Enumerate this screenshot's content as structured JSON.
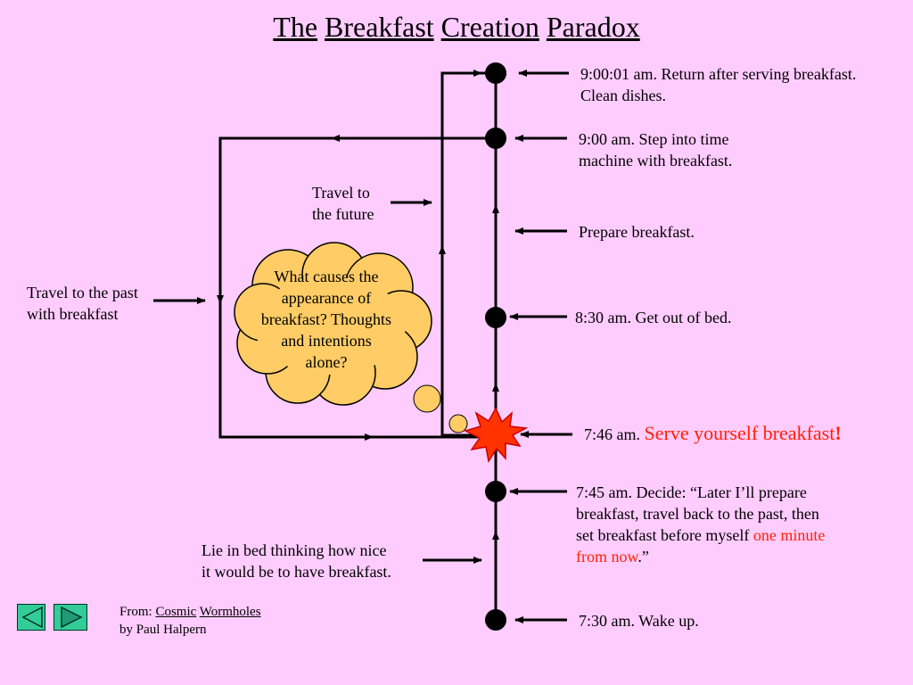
{
  "title": {
    "words": [
      "The",
      "Breakfast",
      "Creation",
      "Paradox"
    ]
  },
  "events": {
    "e0901": {
      "l1": "9:00:01 am. Return after serving breakfast.",
      "l2": "Clean dishes."
    },
    "e0900": {
      "l1": "9:00 am. Step into time",
      "l2": "machine with breakfast."
    },
    "prepare": "Prepare breakfast.",
    "e0830": "8:30 am. Get out of bed.",
    "e0746": {
      "time": "7:46 am.",
      "action": "Serve yourself breakfast",
      "bang": "!"
    },
    "e0745": {
      "l1": "7:45 am. Decide: “Later I’ll prepare",
      "l2": "breakfast, travel back to the past, then",
      "l3": "set breakfast before myself",
      "l3_red": "one minute",
      "l4_red": "from now",
      "l4_end": ".”"
    },
    "e0730": "7:30 am. Wake up."
  },
  "left_labels": {
    "future": {
      "l1": "Travel to",
      "l2": "the future"
    },
    "past": {
      "l1": "Travel to the past",
      "l2": "with breakfast"
    },
    "bed": {
      "l1": "Lie in bed thinking how nice",
      "l2": "it would be to have breakfast."
    }
  },
  "thought_bubble": {
    "l1": "What causes the",
    "l2": "appearance of",
    "l3": "breakfast? Thoughts",
    "l4": "and intentions",
    "l5": "alone?"
  },
  "credit": {
    "prefix": "From:",
    "book_word1": "Cosmic",
    "book_word2": "Wormholes",
    "author": "by Paul Halpern"
  },
  "colors": {
    "background": "#ffccff",
    "bubble_fill": "#ffcc66",
    "burst_fill": "#ff3300",
    "emphasis_text": "#ff2200",
    "nav_button": "#33cc99"
  },
  "icons": {
    "prev": "left-triangle-icon",
    "next": "right-triangle-icon"
  }
}
